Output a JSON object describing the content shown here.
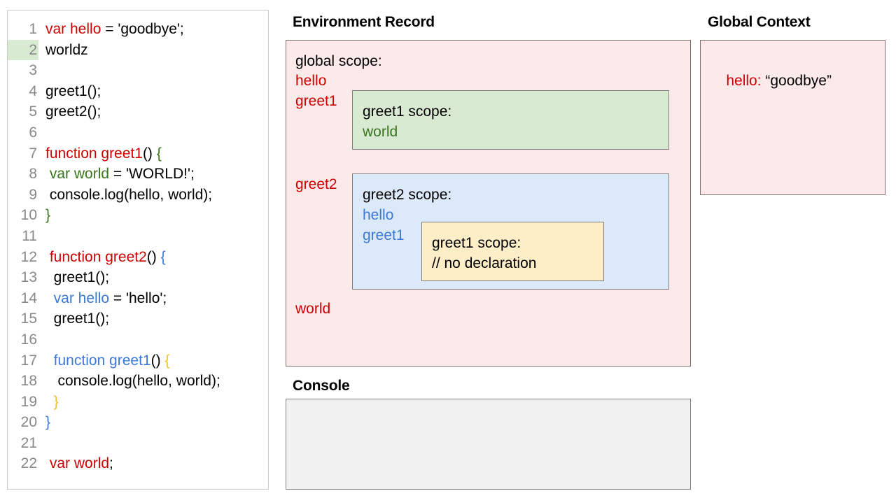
{
  "editor": {
    "highlighted_line": 2,
    "lines": [
      {
        "num": "1",
        "tokens": [
          {
            "t": "var hello",
            "c": "red"
          },
          {
            "t": " = 'goodbye';",
            "c": "black"
          }
        ]
      },
      {
        "num": "2",
        "tokens": [
          {
            "t": "worldz",
            "c": "black"
          }
        ]
      },
      {
        "num": "3",
        "tokens": [
          {
            "t": "",
            "c": "black"
          }
        ]
      },
      {
        "num": "4",
        "tokens": [
          {
            "t": "greet1();",
            "c": "black"
          }
        ]
      },
      {
        "num": "5",
        "tokens": [
          {
            "t": "greet2();",
            "c": "black"
          }
        ]
      },
      {
        "num": "6",
        "tokens": [
          {
            "t": "",
            "c": "black"
          }
        ]
      },
      {
        "num": "7",
        "tokens": [
          {
            "t": "function greet1",
            "c": "red"
          },
          {
            "t": "() ",
            "c": "black"
          },
          {
            "t": "{",
            "c": "green"
          }
        ]
      },
      {
        "num": "8",
        "tokens": [
          {
            "t": " ",
            "c": "black"
          },
          {
            "t": "var world",
            "c": "green"
          },
          {
            "t": " = 'WORLD!';",
            "c": "black"
          }
        ]
      },
      {
        "num": "9",
        "tokens": [
          {
            "t": " console.log(hello, world);",
            "c": "black"
          }
        ]
      },
      {
        "num": "10",
        "tokens": [
          {
            "t": "}",
            "c": "green"
          }
        ]
      },
      {
        "num": "11",
        "tokens": [
          {
            "t": "",
            "c": "black"
          }
        ]
      },
      {
        "num": "12",
        "tokens": [
          {
            "t": " ",
            "c": "black"
          },
          {
            "t": "function greet2",
            "c": "red"
          },
          {
            "t": "() ",
            "c": "black"
          },
          {
            "t": "{",
            "c": "blue"
          }
        ]
      },
      {
        "num": "13",
        "tokens": [
          {
            "t": "  greet1();",
            "c": "black"
          }
        ]
      },
      {
        "num": "14",
        "tokens": [
          {
            "t": "  ",
            "c": "black"
          },
          {
            "t": "var hello",
            "c": "blue"
          },
          {
            "t": " = 'hello';",
            "c": "black"
          }
        ]
      },
      {
        "num": "15",
        "tokens": [
          {
            "t": "  greet1();",
            "c": "black"
          }
        ]
      },
      {
        "num": "16",
        "tokens": [
          {
            "t": "",
            "c": "black"
          }
        ]
      },
      {
        "num": "17",
        "tokens": [
          {
            "t": "  ",
            "c": "black"
          },
          {
            "t": "function greet1",
            "c": "blue"
          },
          {
            "t": "() ",
            "c": "black"
          },
          {
            "t": "{",
            "c": "orange"
          }
        ]
      },
      {
        "num": "18",
        "tokens": [
          {
            "t": "   console.log(hello, world);",
            "c": "black"
          }
        ]
      },
      {
        "num": "19",
        "tokens": [
          {
            "t": "  ",
            "c": "black"
          },
          {
            "t": "}",
            "c": "orange"
          }
        ]
      },
      {
        "num": "20",
        "tokens": [
          {
            "t": "}",
            "c": "blue"
          }
        ]
      },
      {
        "num": "21",
        "tokens": [
          {
            "t": "",
            "c": "black"
          }
        ]
      },
      {
        "num": "22",
        "tokens": [
          {
            "t": " ",
            "c": "black"
          },
          {
            "t": "var world",
            "c": "red"
          },
          {
            "t": ";",
            "c": "black"
          }
        ]
      }
    ]
  },
  "environment_record": {
    "title": "Environment Record",
    "global_scope_header": "global scope:",
    "global_bindings": [
      {
        "name": "hello",
        "color": "red"
      },
      {
        "name": "greet1",
        "color": "red"
      },
      {
        "name": "greet2",
        "color": "red"
      },
      {
        "name": "world",
        "color": "red"
      }
    ],
    "greet1_scope": {
      "header": "greet1 scope:",
      "bindings": [
        {
          "name": "world",
          "color": "green"
        }
      ]
    },
    "greet2_scope": {
      "header": "greet2 scope:",
      "bindings": [
        {
          "name": "hello",
          "color": "blue"
        },
        {
          "name": "greet1",
          "color": "blue"
        }
      ],
      "nested_greet1_scope": {
        "header": "greet1 scope:",
        "note": "// no declaration"
      }
    }
  },
  "global_context": {
    "title": "Global Context",
    "entries": [
      {
        "key": "hello:",
        "value": " “goodbye”"
      }
    ]
  },
  "console": {
    "title": "Console",
    "output": ""
  },
  "colors": {
    "red": "#cc0000",
    "green": "#38761d",
    "blue": "#3c78d8",
    "orange": "#f1c232",
    "pink_bg": "#fce9e9",
    "green_bg": "#d9ead3",
    "blue_bg": "#dce9f8",
    "yellow_bg": "#fdeec8",
    "console_bg": "#f1f1f1",
    "gutter": "#888888"
  }
}
